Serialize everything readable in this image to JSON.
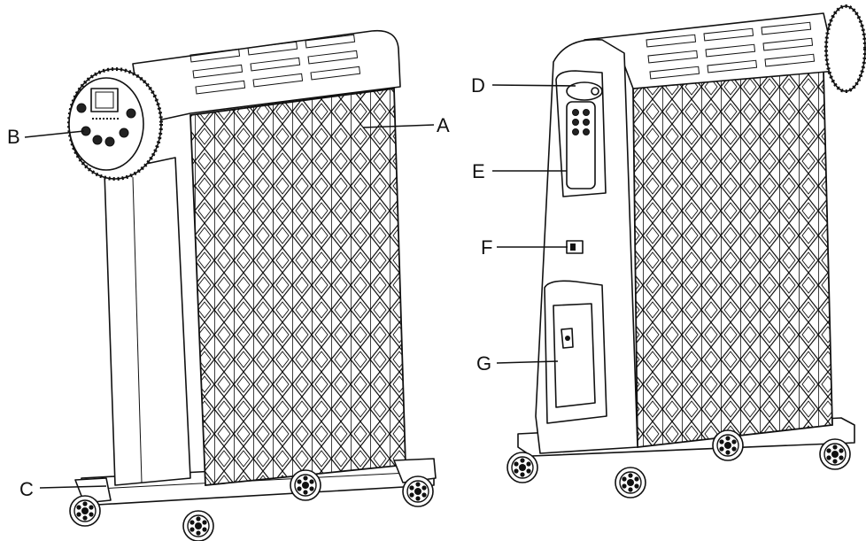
{
  "figure": {
    "views": [
      "front",
      "back"
    ],
    "callouts": [
      {
        "id": "A",
        "text": "A"
      },
      {
        "id": "B",
        "text": "B"
      },
      {
        "id": "C",
        "text": "C"
      },
      {
        "id": "D",
        "text": "D"
      },
      {
        "id": "E",
        "text": "E"
      },
      {
        "id": "F",
        "text": "F"
      },
      {
        "id": "G",
        "text": "G"
      }
    ]
  }
}
